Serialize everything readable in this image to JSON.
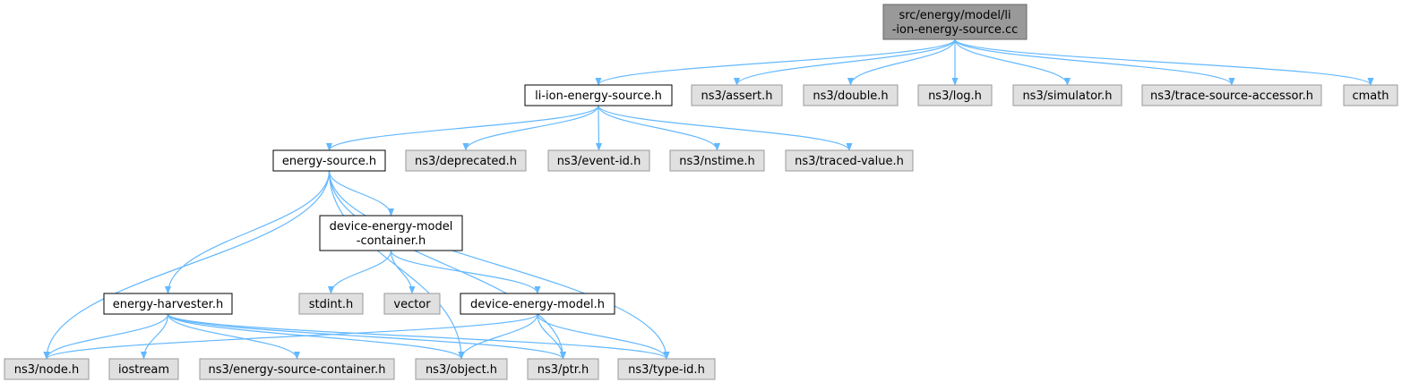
{
  "colors": {
    "root_fill": "#999999",
    "root_border": "#666666",
    "doc_fill": "#ffffff",
    "doc_border": "#000000",
    "ext_fill": "#e0e0e0",
    "ext_border": "#999999",
    "edge": "#63b8ff",
    "text": "#000000"
  },
  "nodes": {
    "root": {
      "lines": [
        "src/energy/model/li",
        "-ion-energy-source.cc"
      ],
      "kind": "root"
    },
    "li_ion": {
      "lines": [
        "li-ion-energy-source.h"
      ],
      "kind": "doc"
    },
    "assert": {
      "lines": [
        "ns3/assert.h"
      ],
      "kind": "ext"
    },
    "double": {
      "lines": [
        "ns3/double.h"
      ],
      "kind": "ext"
    },
    "log": {
      "lines": [
        "ns3/log.h"
      ],
      "kind": "ext"
    },
    "simulator": {
      "lines": [
        "ns3/simulator.h"
      ],
      "kind": "ext"
    },
    "tsa": {
      "lines": [
        "ns3/trace-source-accessor.h"
      ],
      "kind": "ext"
    },
    "cmath": {
      "lines": [
        "cmath"
      ],
      "kind": "ext"
    },
    "energy_source": {
      "lines": [
        "energy-source.h"
      ],
      "kind": "doc"
    },
    "deprecated": {
      "lines": [
        "ns3/deprecated.h"
      ],
      "kind": "ext"
    },
    "event_id": {
      "lines": [
        "ns3/event-id.h"
      ],
      "kind": "ext"
    },
    "nstime": {
      "lines": [
        "ns3/nstime.h"
      ],
      "kind": "ext"
    },
    "traced_value": {
      "lines": [
        "ns3/traced-value.h"
      ],
      "kind": "ext"
    },
    "demc": {
      "lines": [
        "device-energy-model",
        "-container.h"
      ],
      "kind": "doc"
    },
    "stdint": {
      "lines": [
        "stdint.h"
      ],
      "kind": "ext"
    },
    "vector": {
      "lines": [
        "vector"
      ],
      "kind": "ext"
    },
    "harvester": {
      "lines": [
        "energy-harvester.h"
      ],
      "kind": "doc"
    },
    "dem": {
      "lines": [
        "device-energy-model.h"
      ],
      "kind": "doc"
    },
    "node": {
      "lines": [
        "ns3/node.h"
      ],
      "kind": "ext"
    },
    "iostream": {
      "lines": [
        "iostream"
      ],
      "kind": "ext"
    },
    "esc": {
      "lines": [
        "ns3/energy-source-container.h"
      ],
      "kind": "ext"
    },
    "object": {
      "lines": [
        "ns3/object.h"
      ],
      "kind": "ext"
    },
    "ptr": {
      "lines": [
        "ns3/ptr.h"
      ],
      "kind": "ext"
    },
    "type_id": {
      "lines": [
        "ns3/type-id.h"
      ],
      "kind": "ext"
    }
  },
  "edges": [
    [
      "root",
      "li_ion"
    ],
    [
      "root",
      "assert"
    ],
    [
      "root",
      "double"
    ],
    [
      "root",
      "log"
    ],
    [
      "root",
      "simulator"
    ],
    [
      "root",
      "tsa"
    ],
    [
      "root",
      "cmath"
    ],
    [
      "li_ion",
      "energy_source"
    ],
    [
      "li_ion",
      "deprecated"
    ],
    [
      "li_ion",
      "event_id"
    ],
    [
      "li_ion",
      "nstime"
    ],
    [
      "li_ion",
      "traced_value"
    ],
    [
      "energy_source",
      "node"
    ],
    [
      "energy_source",
      "harvester"
    ],
    [
      "energy_source",
      "object"
    ],
    [
      "energy_source",
      "demc"
    ],
    [
      "energy_source",
      "ptr"
    ],
    [
      "energy_source",
      "type_id"
    ],
    [
      "demc",
      "stdint"
    ],
    [
      "demc",
      "vector"
    ],
    [
      "demc",
      "dem"
    ],
    [
      "harvester",
      "node"
    ],
    [
      "harvester",
      "iostream"
    ],
    [
      "harvester",
      "esc"
    ],
    [
      "harvester",
      "object"
    ],
    [
      "harvester",
      "ptr"
    ],
    [
      "harvester",
      "type_id"
    ],
    [
      "dem",
      "node"
    ],
    [
      "dem",
      "object"
    ],
    [
      "dem",
      "ptr"
    ],
    [
      "dem",
      "type_id"
    ]
  ]
}
